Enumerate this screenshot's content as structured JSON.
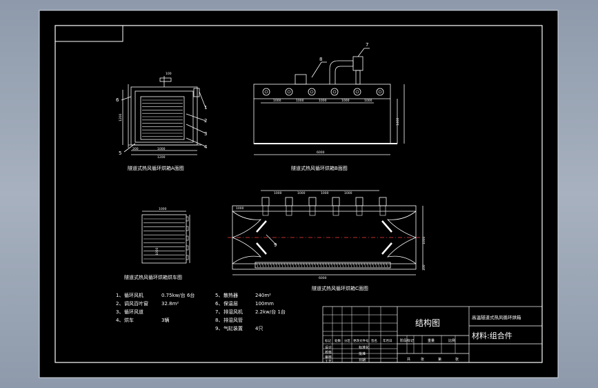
{
  "colors": {
    "background": "#9aa5b5",
    "paper": "#000000",
    "line": "#ffffff",
    "accent_dashed": "#ff4040"
  },
  "views": {
    "a_title": "隧道式热风循环烘箱A面图",
    "b_title": "隧道式热风循环烘箱B面图",
    "cart_title": "隧道式热风循环烘箱烘车图",
    "c_title": "隧道式热风循环烘箱C面图",
    "a_dims": {
      "width_inner": "1000",
      "width_outer": "1200",
      "side_left": "1200",
      "side_small": "200",
      "top": "100"
    },
    "b_dims": {
      "length": "6000",
      "height": "1460",
      "spacing": [
        "1000",
        "1000",
        "1000",
        "1000",
        "1000"
      ]
    },
    "c_dims": {
      "length": "6000",
      "spacing": [
        "1000",
        "1000",
        "1000",
        "1000"
      ],
      "left_top": "1000",
      "right": "1000",
      "right_bottom": "100"
    },
    "cart_dims": {
      "width": "1000",
      "height": "1000"
    },
    "callouts_a": [
      "1",
      "2",
      "3",
      "4",
      "5",
      "6"
    ],
    "callouts_b": [
      "8",
      "7"
    ],
    "callouts_c": [
      "9"
    ]
  },
  "parts": [
    {
      "no": "1、",
      "name": "循环风机",
      "spec": "0.75kw/台  6台"
    },
    {
      "no": "2、",
      "name": "调风百叶窗",
      "spec": "32.8m²"
    },
    {
      "no": "3、",
      "name": "循环风道",
      "spec": ""
    },
    {
      "no": "4、",
      "name": "烘车",
      "spec": "3辆"
    },
    {
      "no": "5、",
      "name": "散热器",
      "spec": "240m²"
    },
    {
      "no": "6、",
      "name": "保温层",
      "spec": "100mm"
    },
    {
      "no": "7、",
      "name": "排湿风机",
      "spec": "2.2kw/台  1台"
    },
    {
      "no": "8、",
      "name": "排湿风管",
      "spec": ""
    },
    {
      "no": "9、",
      "name": "气缸装置",
      "spec": "4只"
    }
  ],
  "title_block": {
    "drawing_name": "结构图",
    "product_name": "高温隧道式热风循环烘箱",
    "material": "材料:组合件",
    "left_labels": [
      "设计",
      "校核",
      "审核",
      "工艺"
    ],
    "mid_labels": [
      "标准化",
      "批准",
      "日期"
    ],
    "stage_labels": [
      "阶段标记",
      "重量",
      "比例"
    ],
    "bottom_labels": [
      "共",
      "张",
      "第",
      "张"
    ],
    "row_header": [
      "标记",
      "处数",
      "分区",
      "更改文件号",
      "签名",
      "年月日"
    ]
  }
}
